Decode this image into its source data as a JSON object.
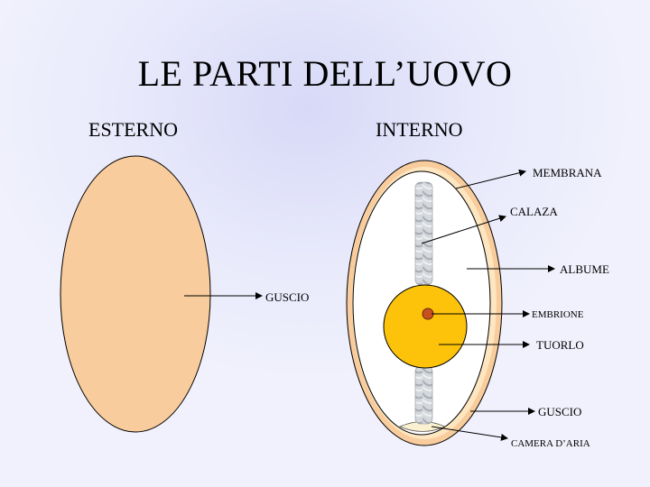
{
  "slide": {
    "title": "LE PARTI DELL’UOVO",
    "left_heading": "ESTERNO",
    "right_heading": "INTERNO"
  },
  "labels": {
    "outer_shell": "GUSCIO",
    "membrana": "MEMBRANA",
    "calaza": "CALAZA",
    "albume": "ALBUME",
    "embrione": "EMBRIONE",
    "tuorlo": "TUORLO",
    "guscio": "GUSCIO",
    "camera_daria": "CAMERA D’ARIA"
  },
  "colors": {
    "shell_outer": "#f8cc9c",
    "shell_inner_band": "#fde6c0",
    "albumen": "#ffffff",
    "yolk": "#fdc30a",
    "embryo": "#c8511f",
    "chalaza": "#c9cdd2"
  }
}
